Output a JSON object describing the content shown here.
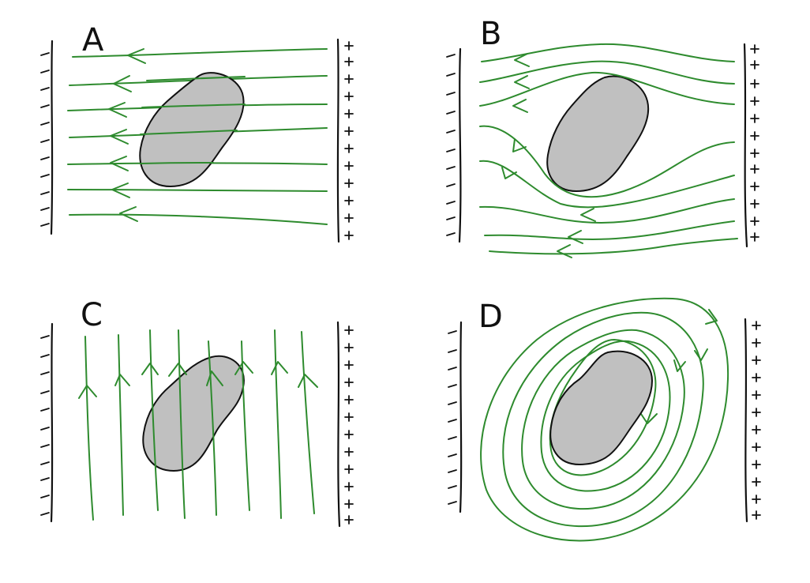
{
  "panels": [
    {
      "id": "A",
      "label": "A"
    },
    {
      "id": "B",
      "label": "B"
    },
    {
      "id": "C",
      "label": "C"
    },
    {
      "id": "D",
      "label": "D"
    }
  ],
  "plates": {
    "left_sign": "−",
    "right_sign": "+"
  },
  "colors": {
    "field_line": "#2e8b2e",
    "object_fill": "#c0c0c0",
    "ink": "#111111"
  }
}
